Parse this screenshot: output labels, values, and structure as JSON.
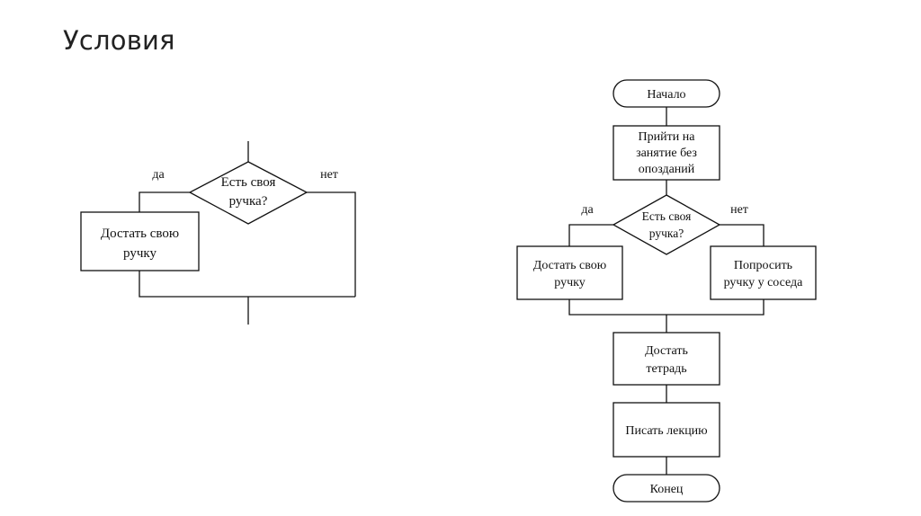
{
  "title": "Условия",
  "left": {
    "yes": "да",
    "no": "нет",
    "decision": [
      "Есть своя",
      "ручка?"
    ],
    "action": [
      "Достать свою",
      "ручку"
    ]
  },
  "right": {
    "start": "Начало",
    "step1": [
      "Прийти на",
      "занятие без",
      "опозданий"
    ],
    "yes": "да",
    "no": "нет",
    "decision": [
      "Есть своя",
      "ручка?"
    ],
    "yes_action": [
      "Достать свою",
      "ручку"
    ],
    "no_action": [
      "Попросить",
      "ручку у соседа"
    ],
    "step2": [
      "Достать",
      "тетрадь"
    ],
    "step3": "Писать лекцию",
    "end": "Конец"
  }
}
